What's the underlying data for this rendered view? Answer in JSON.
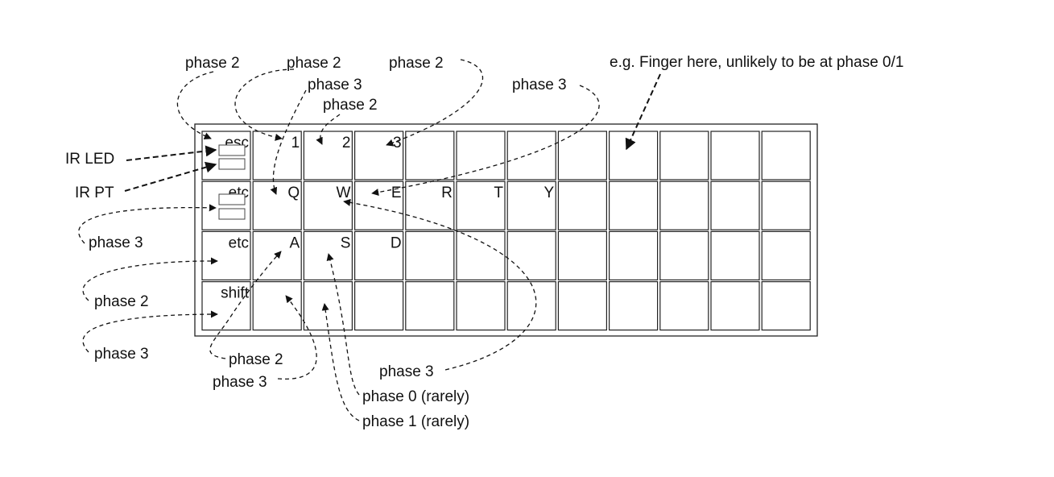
{
  "keyboard": {
    "rows": [
      [
        "esc",
        "1",
        "2",
        "3",
        "",
        "",
        "",
        "",
        "",
        "",
        "",
        ""
      ],
      [
        "etc",
        "Q",
        "W",
        "E",
        "R",
        "T",
        "Y",
        "",
        "",
        "",
        "",
        ""
      ],
      [
        "etc",
        "A",
        "S",
        "D",
        "",
        "",
        "",
        "",
        "",
        "",
        "",
        ""
      ],
      [
        "shift",
        "",
        "",
        "",
        "",
        "",
        "",
        "",
        "",
        "",
        "",
        ""
      ]
    ]
  },
  "labels": {
    "ir_led": "IR LED",
    "ir_pt": "IR PT",
    "finger_note": "e.g. Finger here, unlikely to be at phase 0/1",
    "top_phase2_a": "phase 2",
    "top_phase2_b": "phase 2",
    "top_phase2_c": "phase 2",
    "top_phase3_a": "phase 3",
    "top_phase2_d": "phase 2",
    "top_phase3_b": "phase 3",
    "left_phase3_a": "phase 3",
    "left_phase2": "phase 2",
    "left_phase3_b": "phase 3",
    "bottom_phase2": "phase 2",
    "bottom_phase3_a": "phase 3",
    "bottom_phase3_b": "phase 3",
    "phase0": "phase 0 (rarely)",
    "phase1": "phase 1 (rarely)"
  }
}
